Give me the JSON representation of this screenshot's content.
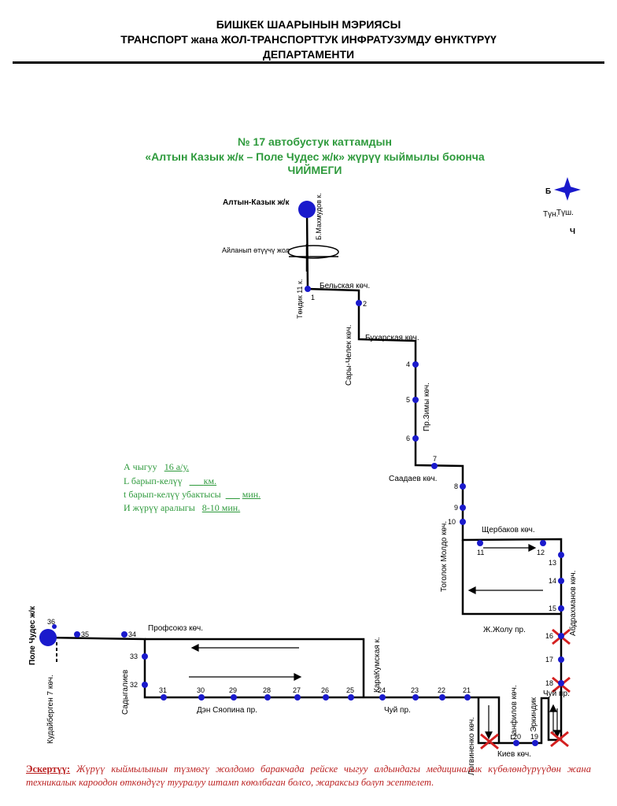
{
  "header": {
    "line1": "БИШКЕК ШААРЫНЫН МЭРИЯСЫ",
    "line2": "ТРАНСПОРТ жана ЖОЛ-ТРАНСПОРТТУК ИНФРАТУЗУМДУ ӨНҮКТҮРҮҮ",
    "line3": "ДЕПАРТАМЕНТИ"
  },
  "title": {
    "line1": "№ 17  автобустук каттамдын",
    "line2": "«Алтын Казык ж/к  – Поле Чудес ж/к» жүрүү кыймылы боюнча",
    "line3": "ЧИЙМЕГИ"
  },
  "info": [
    {
      "label": "А чыгуу",
      "value": "16   а/у."
    },
    {
      "label": "L барып-келүү",
      "value": "км."
    },
    {
      "label": "t барып-келүү убактысы",
      "value": "мин."
    },
    {
      "label": "И жүрүү аралыгы",
      "value": "8-10 мин."
    }
  ],
  "compass": {
    "north": "Б",
    "east": "Түш.",
    "west": "Түн.",
    "south": "Ч"
  },
  "terminals": {
    "start": "Алтын-Казык  ж/к",
    "end": "Поле Чудес ж/к"
  },
  "turnaround": "Айланып өтүүчү жол",
  "streets": {
    "mahmudov": "Б.Махмудов к.",
    "tendik": "Төндик 11 к.",
    "belskaya": "Бельская көч.",
    "sary_chelek": "Сары-Челек көч.",
    "buharskaya": "Бухарская көч.",
    "zimy": "Пр.Зимы көч.",
    "saadaev": "Саадаев көч.",
    "togolok": "Тоголок Молдо көч.",
    "scherbakov": "Щербаков көч.",
    "abdrahmanov": "Абдрахманов көч.",
    "zhzholu": "Ж.Жолу пр.",
    "chuy_right": "Чуй пр.",
    "erkindik": "Эркиндик",
    "kiev": "Киев көч.",
    "panfilov": "Панфилов көч.",
    "logvinenko": "Логвиненко көч.",
    "chuy": "Чуй пр.",
    "karakumskaya": "КараКумская к.",
    "profsoyuz": "Профсоюз  көч.",
    "sadygaliev": "Садыгалиев",
    "den": "Дэн Сяопина пр.",
    "kudaibergen": "Кудайберген 7 көч."
  },
  "stops": [
    "1",
    "2",
    "4",
    "5",
    "6",
    "7",
    "8",
    "9",
    "10",
    "11",
    "12",
    "13",
    "14",
    "15",
    "16",
    "17",
    "18",
    "19",
    "20",
    "21",
    "22",
    "23",
    "24",
    "25",
    "26",
    "27",
    "28",
    "29",
    "30",
    "31",
    "32",
    "33",
    "34",
    "35",
    "36"
  ],
  "note": {
    "label": "Эскертүү:",
    "text": " Жүрүү кыймылынын түзмөгү жолдомо баракчада рейске чыгуу алдындагы медициналык күбөлөндүрүүдөн жана техникалык кароодон өткөндүгү тууралуу штамп көюлбаган болсо, жараксыз болуп эсептелет."
  },
  "colors": {
    "route": "#000000",
    "stop": "#1a1acc",
    "accent": "#2e9a3c",
    "closed": "#d42020",
    "note": "#b22222"
  }
}
